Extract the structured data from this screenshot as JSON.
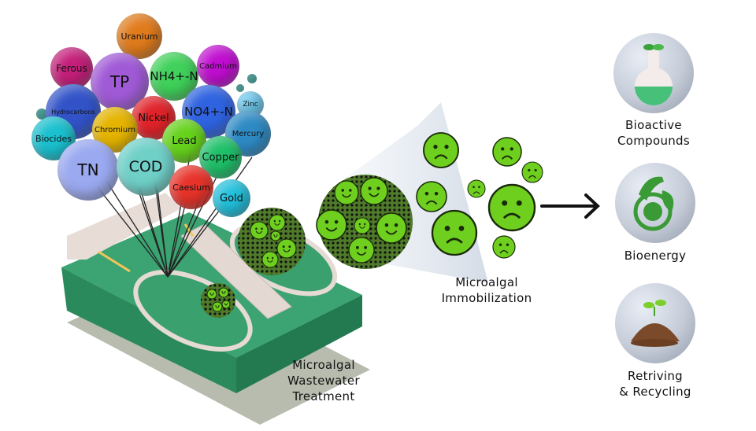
{
  "pollutants": [
    {
      "name": "Uranium",
      "color": "#e07b1c"
    },
    {
      "name": "Ferous",
      "color": "#c41f7a"
    },
    {
      "name": "TP",
      "color": "#a05ad6"
    },
    {
      "name": "NH4+-N",
      "color": "#3fd15a"
    },
    {
      "name": "Cadmium",
      "color": "#c00ed0"
    },
    {
      "name": "Hydrocarbons",
      "color": "#3253c8"
    },
    {
      "name": "Nickel",
      "color": "#e0232a"
    },
    {
      "name": "NO4+-N",
      "color": "#2f63e0"
    },
    {
      "name": "Zinc",
      "color": "#6ec9ef"
    },
    {
      "name": "Chromium",
      "color": "#e5b400"
    },
    {
      "name": "Biocides",
      "color": "#1ac0cf"
    },
    {
      "name": "Lead",
      "color": "#66d21c"
    },
    {
      "name": "Mercury",
      "color": "#2e8ac4"
    },
    {
      "name": "TN",
      "color": "#9aa9f0"
    },
    {
      "name": "COD",
      "color": "#6fd0c8"
    },
    {
      "name": "Copper",
      "color": "#1fc06a"
    },
    {
      "name": "Caesium",
      "color": "#e8332a"
    },
    {
      "name": "Gold",
      "color": "#22c0dc"
    }
  ],
  "labels": {
    "treatment": [
      "Microalgal",
      "Wastewater",
      "Treatment"
    ],
    "immobilization": [
      "Microalgal",
      "Immobilization"
    ]
  },
  "outputs": [
    {
      "icon": "flask-icon",
      "lines": [
        "Bioactive",
        "Compounds"
      ]
    },
    {
      "icon": "fuel-pump-earth-icon",
      "lines": [
        "Bioenergy"
      ]
    },
    {
      "icon": "soil-sprout-icon",
      "lines": [
        "Retriving",
        "& Recycling"
      ]
    }
  ],
  "colors": {
    "algae": "#6fcf1f",
    "pond": "#2f9a68",
    "arrow": "#111111"
  }
}
